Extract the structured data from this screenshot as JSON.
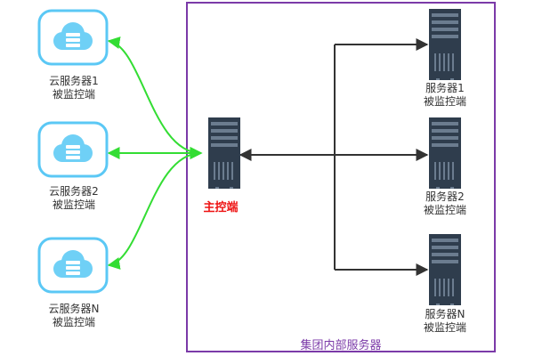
{
  "colors": {
    "cloud_border": "#5bc8f5",
    "cloud_fill": "#6fd0f6",
    "server_body": "#2f3d4d",
    "server_slot": "#6b7c8f",
    "green_link": "#33dd33",
    "dark_link": "#333333",
    "cluster_border": "#7b3aa8",
    "master_text": "#ee1111",
    "cluster_text": "#7b3aa8"
  },
  "clouds": [
    {
      "name": "云服务器1",
      "role": "被监控端"
    },
    {
      "name": "云服务器2",
      "role": "被监控端"
    },
    {
      "name": "云服务器N",
      "role": "被监控端"
    }
  ],
  "master": {
    "label": "主控端"
  },
  "servers": [
    {
      "name": "服务器1",
      "role": "被监控端"
    },
    {
      "name": "服务器2",
      "role": "被监控端"
    },
    {
      "name": "服务器N",
      "role": "被监控端"
    }
  ],
  "cluster": {
    "label": "集团内部服务器"
  }
}
